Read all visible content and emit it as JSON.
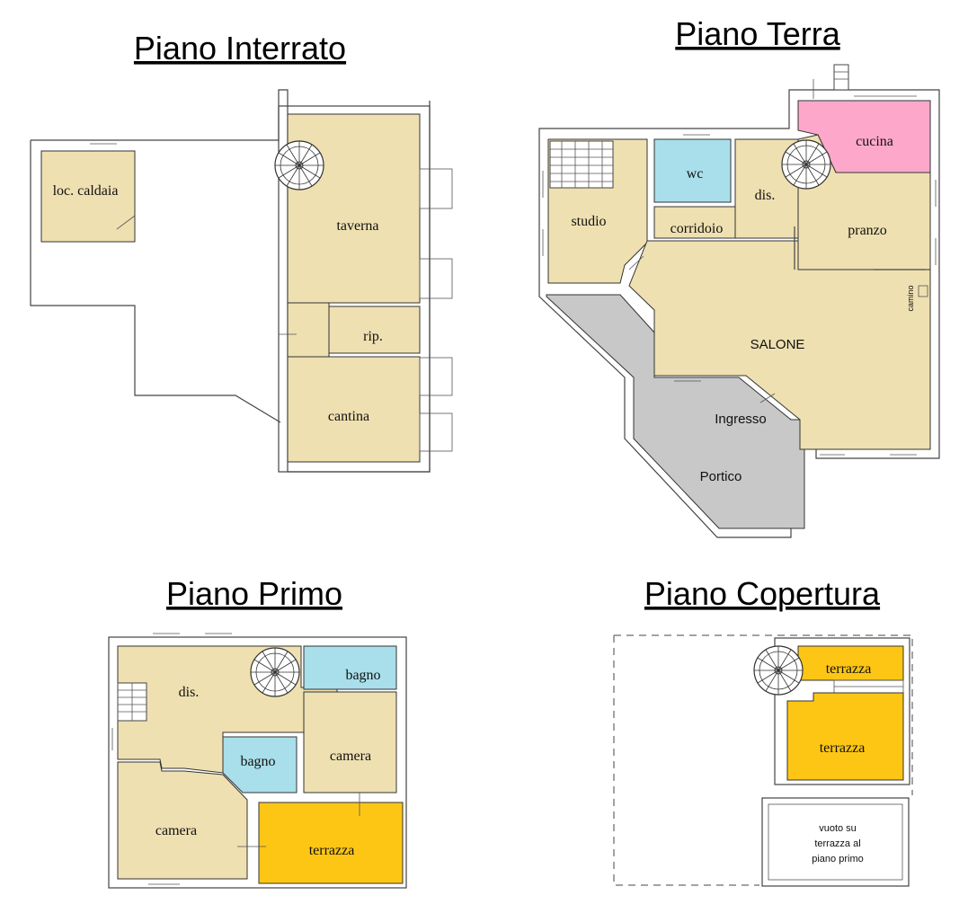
{
  "titles": {
    "basement": "Piano Interrato",
    "ground": "Piano Terra",
    "first": "Piano Primo",
    "roof": "Piano Copertura"
  },
  "basement_rooms": {
    "boiler": "loc. caldaia",
    "tavern": "taverna",
    "storage": "rip.",
    "cellar": "cantina"
  },
  "ground_rooms": {
    "kitchen": "cucina",
    "wc": "wc",
    "hall": "dis.",
    "study": "studio",
    "corridor": "corridoio",
    "dining": "pranzo",
    "fireplace": "camino",
    "living": "SALONE",
    "entrance": "Ingresso",
    "porch": "Portico"
  },
  "first_rooms": {
    "hall": "dis.",
    "bath_top": "bagno",
    "bath_mid": "bagno",
    "bedroom_right": "camera",
    "bedroom_left": "camera",
    "terrace": "terrazza"
  },
  "roof_rooms": {
    "terrace_top": "terrazza",
    "terrace_main": "terrazza",
    "void_line1": "vuoto su",
    "void_line2": "terrazza al",
    "void_line3": "piano primo"
  },
  "colors": {
    "room": "#eee0b1",
    "bath": "#a9dfeb",
    "kitchen": "#fda8cb",
    "terrace": "#fdc614",
    "porch": "#c8c8c8"
  }
}
